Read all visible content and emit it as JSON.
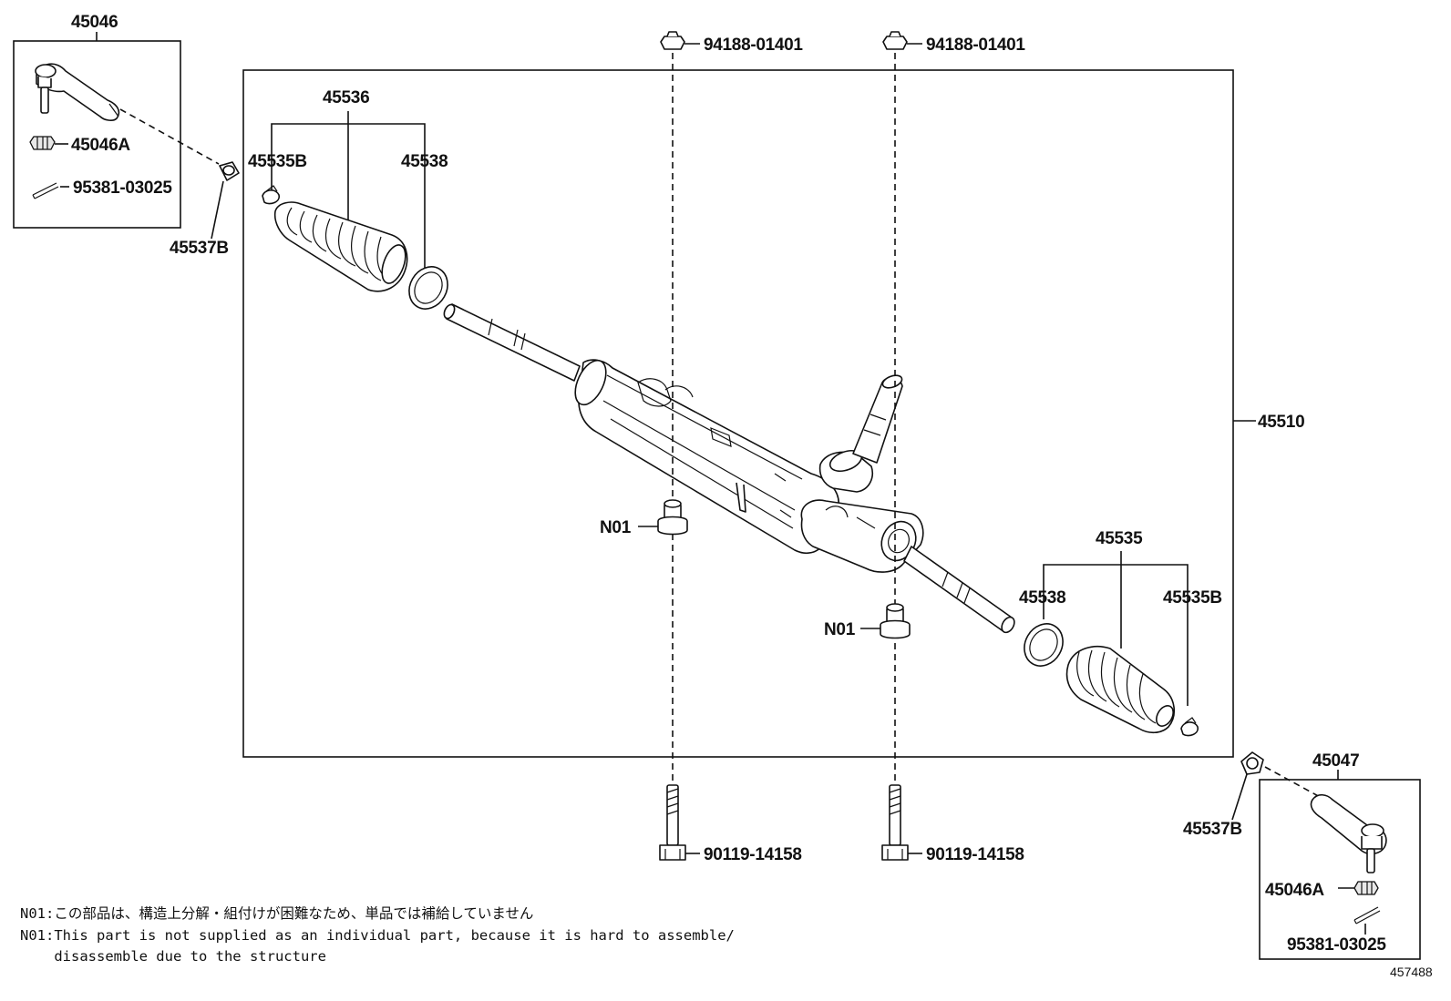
{
  "labels": {
    "tie_rod_end_lh": "45046",
    "nut_upper": "45046A",
    "cotter_pin_upper": "95381-03025",
    "boot_clamp_washer_upper": "45537B",
    "boot_set_left": "45536",
    "clip_left": "45535B",
    "clamp_left": "45538",
    "bolt_cap_left": "94188-01401",
    "bolt_cap_right": "94188-01401",
    "rack_assembly": "45510",
    "bushing_left": "N01",
    "bushing_right": "N01",
    "boot_set_right": "45535",
    "clamp_right": "45538",
    "clip_right": "45535B",
    "bolt_left": "90119-14158",
    "bolt_right": "90119-14158",
    "tie_rod_end_rh": "45047",
    "boot_clamp_washer_lower": "45537B",
    "nut_lower": "45046A",
    "cotter_pin_lower": "95381-03025"
  },
  "notes": {
    "jp": "N01:この部品は、構造上分解・組付けが困難なため、単品では補給していません",
    "en_line1": "N01:This part is not supplied as an individual part, because it is hard to assemble/",
    "en_line2": "    disassemble due to the structure"
  },
  "figure_id": "457488"
}
